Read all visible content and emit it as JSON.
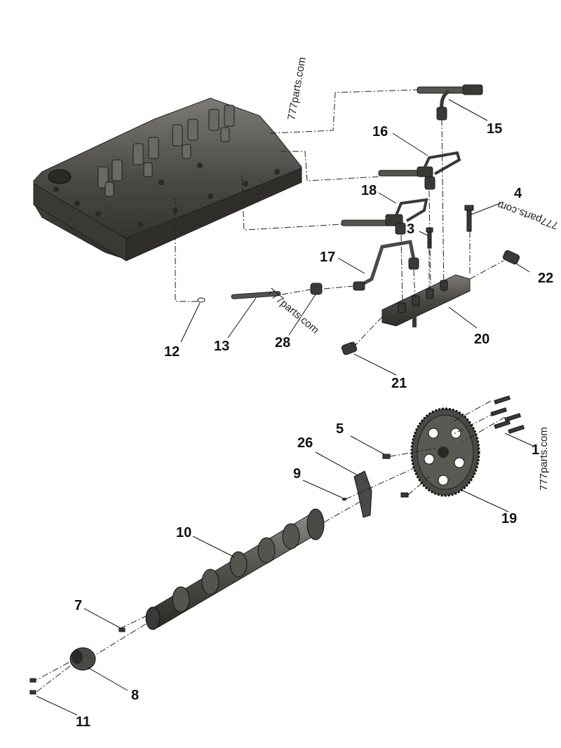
{
  "callouts": {
    "c1": "1",
    "c3": "3",
    "c4": "4",
    "c5": "5",
    "c7": "7",
    "c8": "8",
    "c9": "9",
    "c10": "10",
    "c11": "11",
    "c12": "12",
    "c13": "13",
    "c15": "15",
    "c16": "16",
    "c17": "17",
    "c18": "18",
    "c19": "19",
    "c20": "20",
    "c21": "21",
    "c22": "22",
    "c26": "26",
    "c28": "28"
  },
  "watermarks": {
    "top": "777parts.com",
    "right_top": "777parts.com",
    "middle": "777parts.com",
    "right": "777parts.com"
  },
  "colors": {
    "part_dark": "#3d3c38",
    "part_mid": "#5a5954",
    "part_light": "#7c7b75",
    "line": "#111111"
  }
}
